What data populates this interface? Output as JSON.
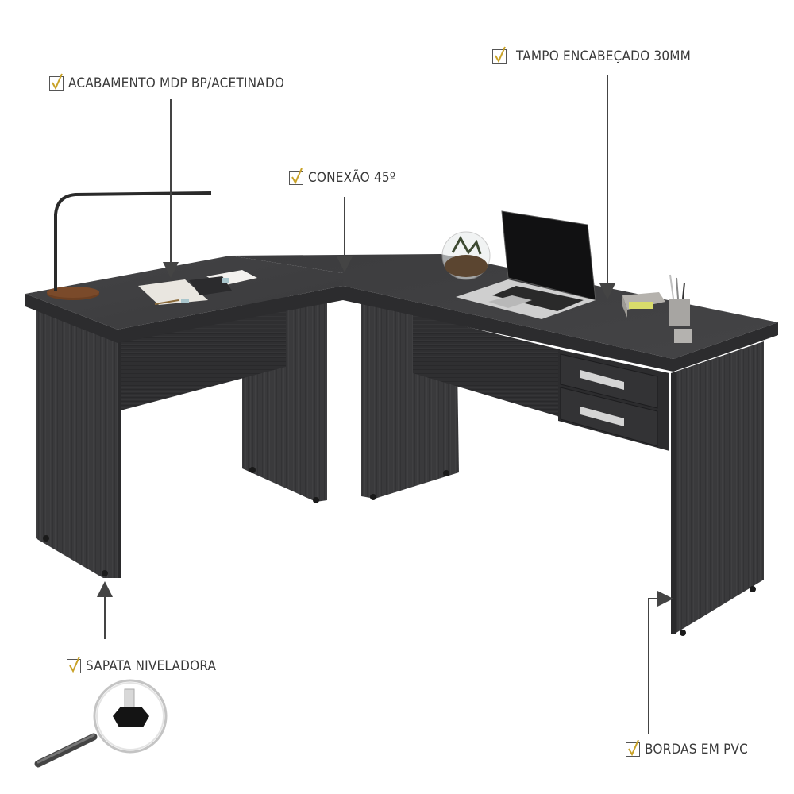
{
  "features": [
    {
      "id": "acabamento",
      "label": "ACABAMENTO MDP BP/ACETINADO",
      "icon": "checkbox-checked-icon"
    },
    {
      "id": "tampo",
      "label": "TAMPO ENCABEÇADO 30MM",
      "icon": "checkbox-checked-icon"
    },
    {
      "id": "conexao",
      "label": "CONEXÃO 45º",
      "icon": "checkbox-checked-icon"
    },
    {
      "id": "sapata",
      "label": "SAPATA NIVELADORA",
      "icon": "checkbox-checked-icon"
    },
    {
      "id": "bordas",
      "label": "BORDAS EM PVC",
      "icon": "checkbox-checked-icon"
    }
  ],
  "product": {
    "type": "L-shaped office desk",
    "drawers": 2,
    "finish_color": "#3b3b3d",
    "desk_items": [
      "desk-lamp",
      "papers-and-notebook",
      "glass-terrarium",
      "laptop",
      "note-holder",
      "pencil-cup"
    ]
  },
  "colors": {
    "text": "#3a3a3a",
    "check_mark": "#c9a227",
    "arrow": "#444444",
    "desk_top": "#3e3e40",
    "desk_front": "#2f2f31",
    "leg": "#38383a"
  }
}
